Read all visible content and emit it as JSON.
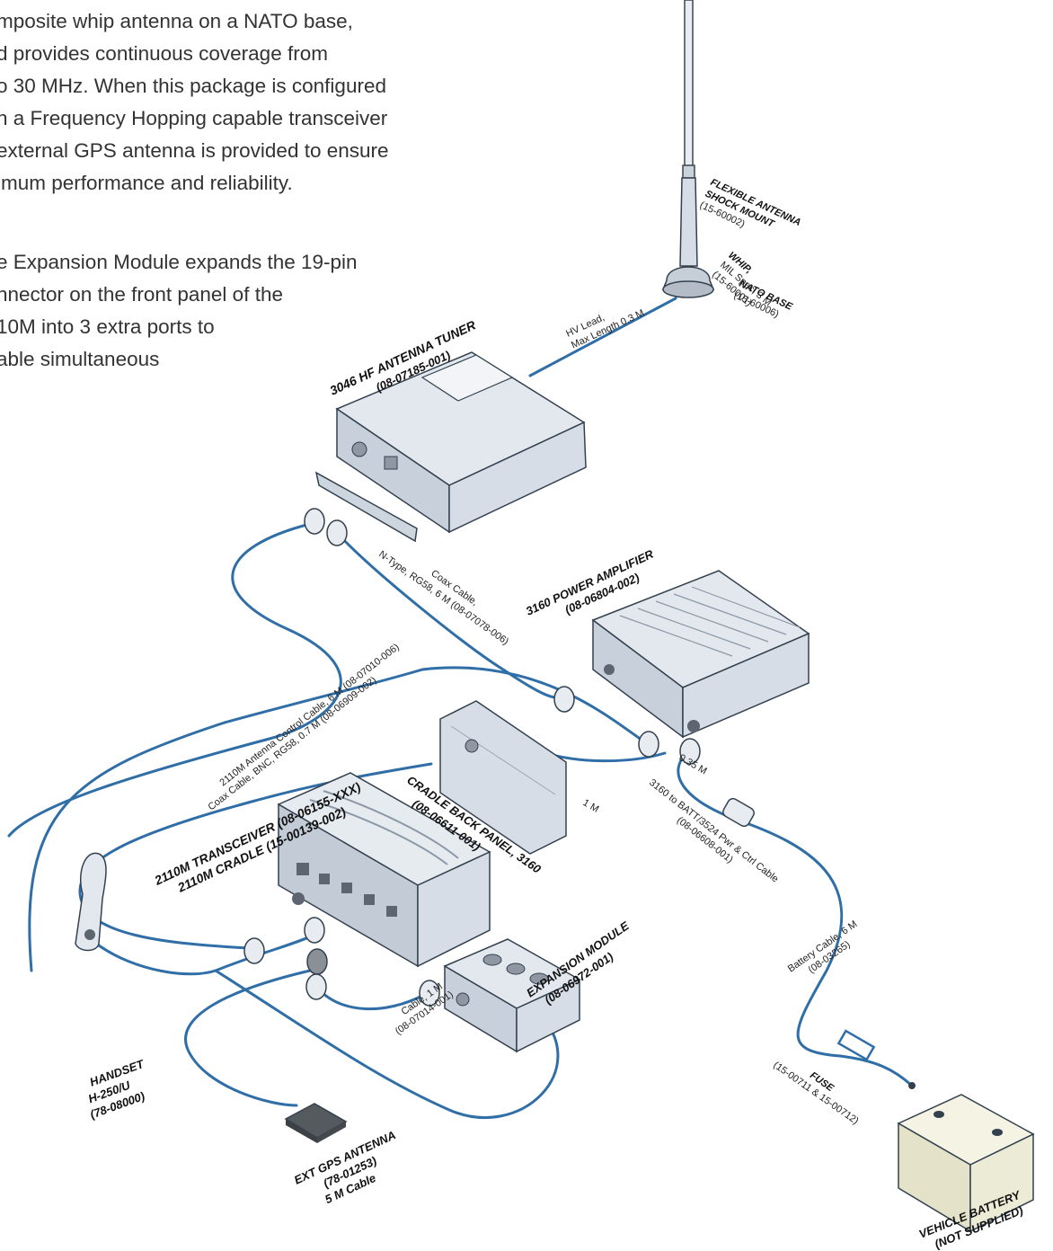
{
  "intro": {
    "para1": [
      "mposite whip antenna on a NATO base,",
      "d provides continuous coverage from",
      "o 30 MHz. When this package is configured",
      "h a Frequency Hopping capable transceiver",
      "external GPS antenna is provided to ensure",
      "imum performance and reliability."
    ],
    "para2": [
      "e Expansion Module expands the 19-pin",
      "nnector on the front panel of the",
      "10M into 3 extra ports to",
      "able simultaneous"
    ]
  },
  "colors": {
    "cable": "#2f6ea6",
    "device_fill": "#d6dde7",
    "device_stroke": "#33414f",
    "battery_fill": "#ecebd6",
    "gps_fill": "#555a5e"
  },
  "labels": {
    "whip": [
      "WHIP,",
      "MIL Spec, 3 M",
      "(15-60001)"
    ],
    "shock": [
      "FLEXIBLE ANTENNA",
      "SHOCK MOUNT",
      "(15-60002)"
    ],
    "nato": [
      "NATO BASE",
      "(15-60006)"
    ],
    "hv": [
      "HV Lead,",
      "Max Length 0.3 M"
    ],
    "tuner": [
      "3046 HF ANTENNA TUNER",
      "(08-07185-001)"
    ],
    "coax_nt": [
      "Coax Cable,",
      "N-Type, RG58, 6 M (08-07078-006)"
    ],
    "pa": [
      "3160 POWER AMPLIFIER",
      "(08-06804-002)"
    ],
    "ctrl_cable": "2110M Antenna Control Cable, 6 M (08-07010-006)",
    "coax_bnc": "Coax Cable, BNC, RG58, 0.7 M (08-06909-002)",
    "transceiver": [
      "2110M TRANSCEIVER (08-06155-XXX)",
      "2110M CRADLE (15-00139-002)"
    ],
    "cradle": [
      "CRADLE BACK PANEL, 3160",
      "(08-06611-001)"
    ],
    "one_m": "1 M",
    "len035": "0.35 M",
    "pwr_ctrl": [
      "3160 to BATT/3524 Pwr & Ctrl Cable",
      "(08-06608-001)"
    ],
    "battery_cable": [
      "Battery Cable, 6 M",
      "(08-03265)"
    ],
    "expansion": [
      "EXPANSION MODULE",
      "(08-06972-001)"
    ],
    "cable1m": [
      "Cable, 1 M",
      "(08-07014-001)"
    ],
    "fuse": [
      "FUSE",
      "(15-00711 & 15-00712)"
    ],
    "handset": [
      "HANDSET",
      "H-250/U",
      "(78-08000)"
    ],
    "gps": [
      "EXT GPS ANTENNA",
      "(78-01253)",
      "5 M Cable"
    ],
    "battery": [
      "VEHICLE BATTERY",
      "(NOT SUPPLIED)"
    ]
  }
}
